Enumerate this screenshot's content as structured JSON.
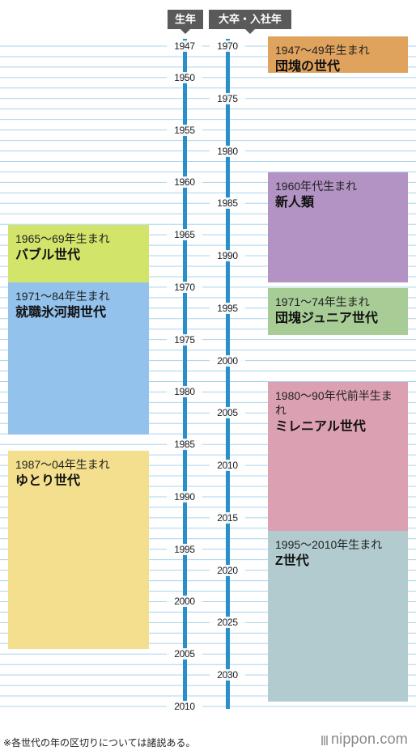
{
  "axis_headers": {
    "birth_year": "生年",
    "career_year": "大卒・入社年次"
  },
  "birth_axis": {
    "start": 1947,
    "end": 2010,
    "ticks": [
      1947,
      1950,
      1955,
      1960,
      1965,
      1970,
      1975,
      1980,
      1985,
      1990,
      1995,
      2000,
      2005,
      2010
    ]
  },
  "career_axis": {
    "start": 1970,
    "end": 2033,
    "ticks": [
      1970,
      1975,
      1980,
      1985,
      1990,
      1995,
      2000,
      2005,
      2010,
      2015,
      2020,
      2025,
      2030
    ]
  },
  "colors": {
    "axis": "#2b8fc7",
    "grid": "#a9d4ec",
    "header": "#5a5a5a",
    "dankai": "#e0a35e",
    "shinjinrui": "#b293c4",
    "bubble": "#d3e46a",
    "dankai_junior": "#a7cc95",
    "hyoga": "#93c2ec",
    "millennial": "#dba1b3",
    "yutori": "#f3df8d",
    "gen_z": "#b1cbcf"
  },
  "generations": [
    {
      "id": "dankai",
      "label": "1947〜49年生まれ",
      "name": "団塊の世代",
      "side": "right",
      "from": 1947,
      "to": 1950,
      "color": "#e0a35e"
    },
    {
      "id": "shinjinrui",
      "label": "1960年代生まれ",
      "name": "新人類",
      "side": "right",
      "from": 1960,
      "to": 1970,
      "color": "#b293c4"
    },
    {
      "id": "dankai-junior",
      "label": "1971〜74年生まれ",
      "name": "団塊ジュニア世代",
      "side": "right",
      "from": 1971,
      "to": 1975,
      "color": "#a7cc95"
    },
    {
      "id": "millennial",
      "label": "1980〜90年代前半生まれ",
      "name": "ミレニアル世代",
      "side": "right",
      "from": 1980,
      "to": 1994,
      "color": "#dba1b3"
    },
    {
      "id": "gen-z",
      "label": "1995〜2010年生まれ",
      "name": "Z世代",
      "side": "right",
      "from": 1994.2,
      "to": 2010,
      "color": "#b1cbcf"
    },
    {
      "id": "bubble",
      "label": "1965〜69年生まれ",
      "name": "バブル世代",
      "side": "left",
      "from": 1965,
      "to": 1970,
      "color": "#d3e46a"
    },
    {
      "id": "hyoga",
      "label": "1971〜84年生まれ",
      "name": "就職氷河期世代",
      "side": "left",
      "from": 1970.5,
      "to": 1984.5,
      "color": "#93c2ec"
    },
    {
      "id": "yutori",
      "label": "1987〜04年生まれ",
      "name": "ゆとり世代",
      "side": "left",
      "from": 1986.5,
      "to": 2005,
      "color": "#f3df8d"
    }
  ],
  "footnote": "※各世代の年の区切りについては諸説ある。",
  "brand": "nippon.com"
}
